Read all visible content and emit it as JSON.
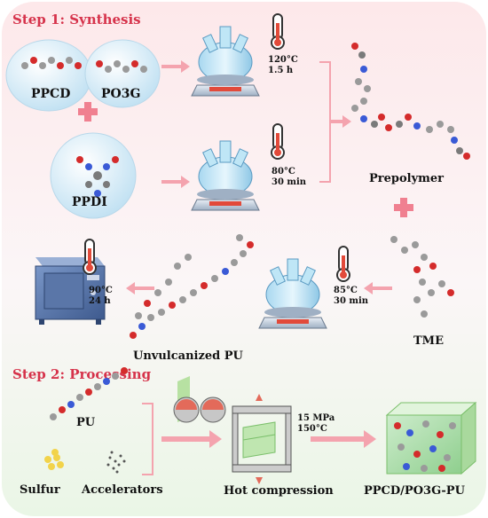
{
  "step1": {
    "title": "Step 1:  Synthesis"
  },
  "step2": {
    "title": "Step 2:  Processing"
  },
  "reactants": {
    "ppcd": "PPCD",
    "po3g": "PO3G",
    "ppdi": "PPDI",
    "tme": "TME"
  },
  "conditions": {
    "r1_temp": "120°C",
    "r1_time": "1.5 h",
    "r2_temp": "80°C",
    "r2_time": "30 min",
    "r3_temp": "85°C",
    "r3_time": "30 min",
    "oven_temp": "90°C",
    "oven_time": "24 h",
    "press_pressure": "15 MPa",
    "press_temp": "150°C"
  },
  "products": {
    "prepolymer": "Prepolymer",
    "unvulcanized": "Unvulcanized PU",
    "pu": "PU",
    "sulfur": "Sulfur",
    "accelerators": "Accelerators",
    "hot_compression": "Hot compression",
    "final": "PPCD/PO3G-PU"
  },
  "colors": {
    "accent": "#d6334b",
    "arrow": "#f4a3ae",
    "plus": "#f08090"
  }
}
